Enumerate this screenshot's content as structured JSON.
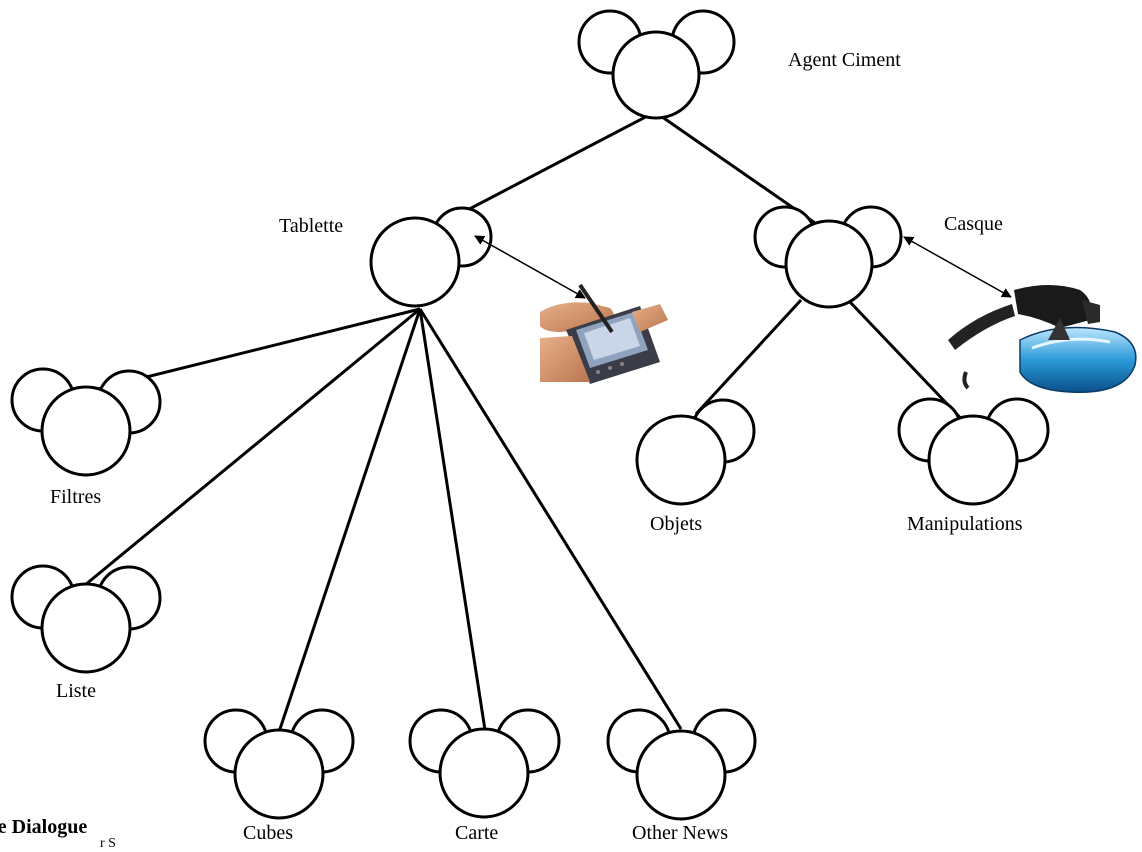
{
  "nodes": {
    "root": "Agent Ciment",
    "tablette": "Tablette",
    "casque": "Casque",
    "filtres": "Filtres",
    "liste": "Liste",
    "cubes": "Cubes",
    "carte": "Carte",
    "other_news": "Other News",
    "objets": "Objets",
    "manipulations": "Manipulations"
  },
  "caption": "ur de Dialogue",
  "caption_cut": "r S",
  "icons": [
    "tablet-device-icon",
    "vr-headset-icon"
  ]
}
